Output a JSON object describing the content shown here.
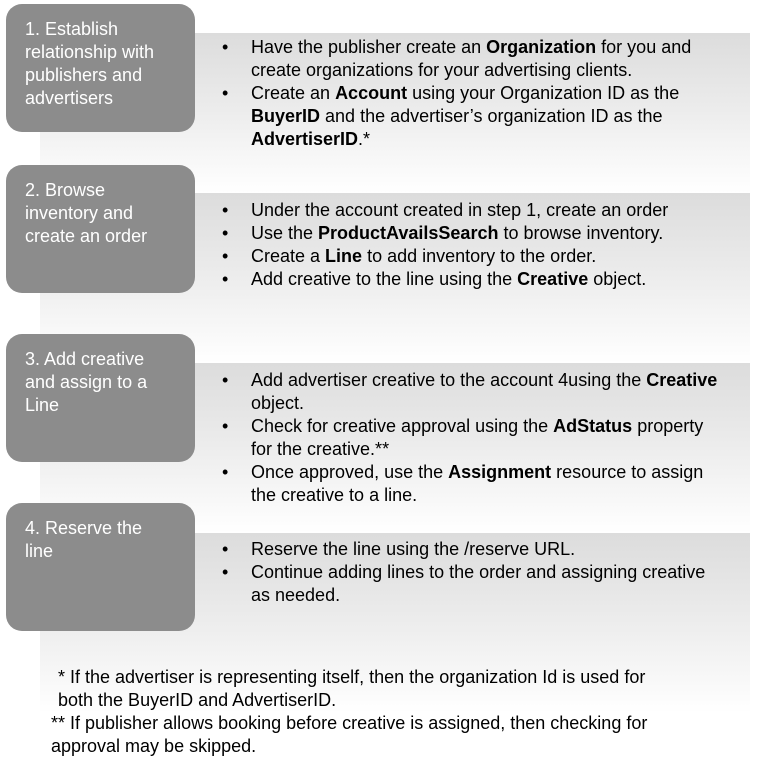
{
  "steps": [
    {
      "label": "1. Establish\nrelationship with\npublishers and\nadvertisers",
      "bullets": [
        [
          {
            "t": "Have the publisher create an "
          },
          {
            "t": "Organization",
            "b": true
          },
          {
            "t": " for you and create organizations for your advertising clients."
          }
        ],
        [
          {
            "t": "Create an "
          },
          {
            "t": "Account",
            "b": true
          },
          {
            "t": " using your Organization ID as the "
          },
          {
            "t": "BuyerID",
            "b": true
          },
          {
            "t": " and the advertiser’s organization ID as the "
          },
          {
            "t": "AdvertiserID",
            "b": true
          },
          {
            "t": ".*"
          }
        ]
      ]
    },
    {
      "label": "2. Browse\ninventory and\ncreate an order",
      "bullets": [
        [
          {
            "t": "Under the account created in step 1, create an order"
          }
        ],
        [
          {
            "t": "Use the "
          },
          {
            "t": "ProductAvailsSearch",
            "b": true
          },
          {
            "t": " to browse inventory."
          }
        ],
        [
          {
            "t": "Create a "
          },
          {
            "t": "Line",
            "b": true
          },
          {
            "t": " to add inventory to the order."
          }
        ],
        [
          {
            "t": "Add creative to the line using the "
          },
          {
            "t": "Creative",
            "b": true
          },
          {
            "t": " object."
          }
        ]
      ]
    },
    {
      "label": "3. Add creative\nand assign to a\nLine",
      "bullets": [
        [
          {
            "t": "Add advertiser creative to the account 4using the "
          },
          {
            "t": "Creative",
            "b": true
          },
          {
            "t": " object."
          }
        ],
        [
          {
            "t": "Check for creative approval using the "
          },
          {
            "t": "AdStatus",
            "b": true
          },
          {
            "t": " property for the creative.**"
          }
        ],
        [
          {
            "t": "Once approved, use the "
          },
          {
            "t": "Assignment",
            "b": true
          },
          {
            "t": " resource to assign the creative to a line."
          }
        ]
      ]
    },
    {
      "label": "4. Reserve the\nline",
      "bullets": [
        [
          {
            "t": "Reserve the line using the /reserve URL."
          }
        ],
        [
          {
            "t": "Continue adding lines to the order and assigning creative as needed."
          }
        ]
      ]
    }
  ],
  "footnotes": [
    "* If the advertiser is representing itself, then the organization Id is used for\n   both the BuyerID and AdvertiserID.",
    "** If publisher allows booking before creative is assigned, then checking for\n    approval may be skipped."
  ]
}
